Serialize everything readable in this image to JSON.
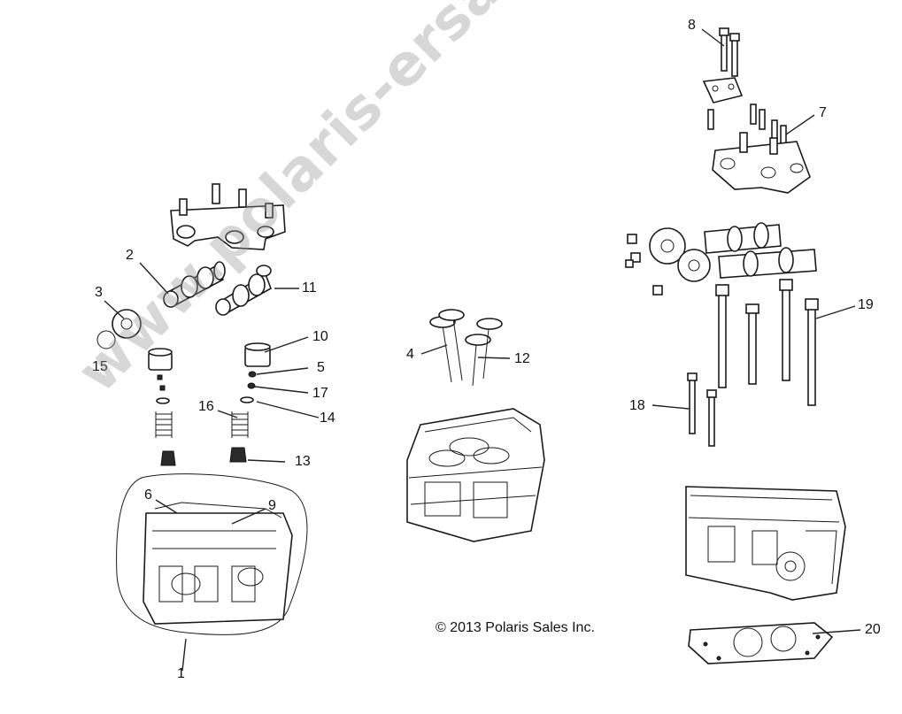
{
  "copyright": "© 2013 Polaris Sales Inc.",
  "watermark": "www.polaris-ersatzteile.de",
  "callouts": {
    "c1": "1",
    "c2": "2",
    "c3": "3",
    "c4": "4",
    "c5": "5",
    "c6": "6",
    "c7": "7",
    "c8": "8",
    "c9": "9",
    "c10": "10",
    "c11": "11",
    "c12": "12",
    "c13": "13",
    "c14": "14",
    "c15": "15",
    "c16": "16",
    "c17": "17",
    "c18": "18",
    "c19": "19",
    "c20": "20"
  }
}
